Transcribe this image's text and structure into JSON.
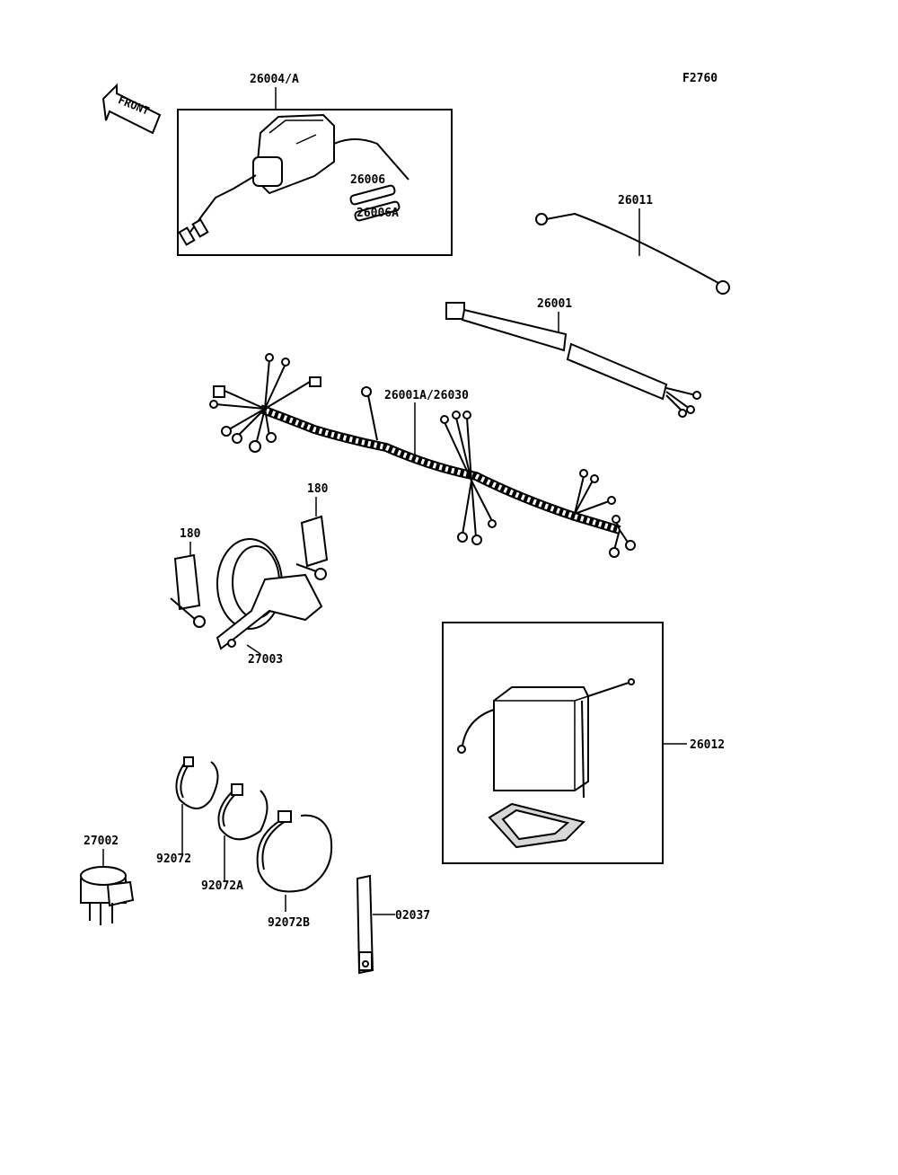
{
  "figure_code": "F2760",
  "direction_label": "FRONT",
  "labels": {
    "l26004": "26004/A",
    "l26006": "26006",
    "l26006a": "26006A",
    "l26011": "26011",
    "l26001": "26001",
    "l26001a": "26001A/26030",
    "l180a": "180",
    "l180b": "180",
    "l27003": "27003",
    "l26012": "26012",
    "l92072": "92072",
    "l92072a": "92072A",
    "l92072b": "92072B",
    "l27002": "27002",
    "l02037": "02037"
  }
}
